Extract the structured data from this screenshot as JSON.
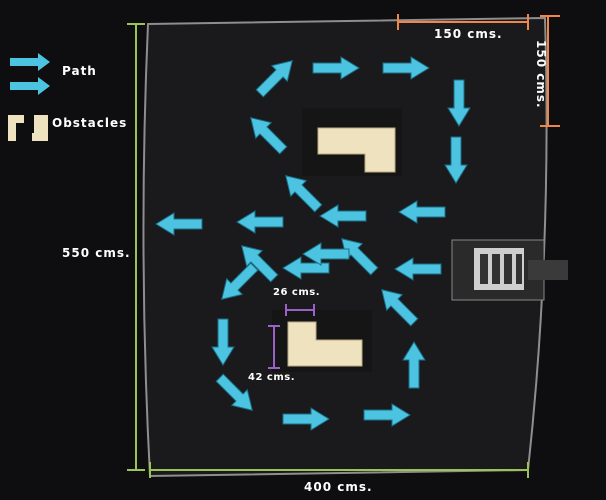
{
  "legend": {
    "path_label": "Path",
    "obstacles_label": "Obstacles",
    "arrow_color": "#4cc3e0",
    "obstacle_color": "#efe3bf"
  },
  "dimensions": {
    "field_height": "550 cms.",
    "field_width": "400 cms.",
    "grid_width": "150 cms.",
    "grid_height": "150 cms.",
    "obstacle_width": "26 cms.",
    "obstacle_height": "42 cms."
  },
  "colors": {
    "field_dim": "#9cc25a",
    "grid_dim": "#f0874a",
    "obstacle_dim": "#9a62c9"
  },
  "path_arrow_directions": [
    "northeast",
    "east",
    "east",
    "south",
    "south",
    "northwest",
    "northwest",
    "west",
    "west",
    "west",
    "west",
    "northwest",
    "west",
    "west",
    "southwest",
    "south",
    "southeast",
    "east",
    "east",
    "north",
    "northwest",
    "west",
    "northwest"
  ]
}
